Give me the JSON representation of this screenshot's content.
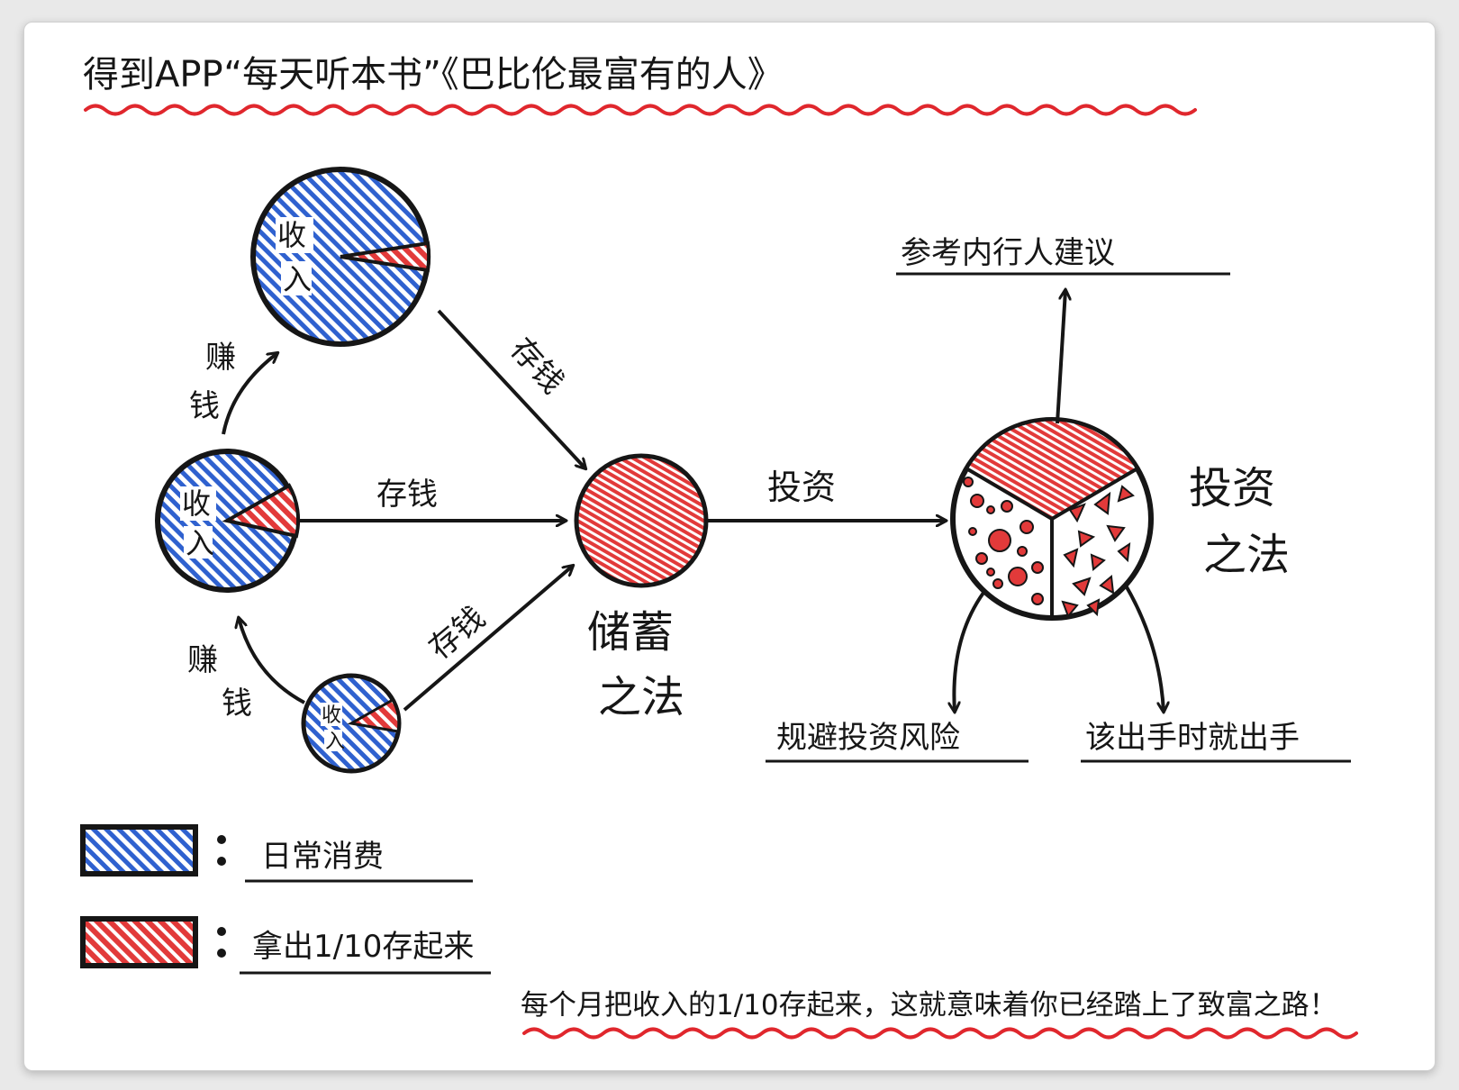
{
  "title": "得到APP“每天听本书”《巴比伦最富有的人》",
  "pies": [
    {
      "label_top": "收",
      "label_bottom": "入"
    },
    {
      "label_top": "收",
      "label_bottom": "入"
    },
    {
      "label_top": "收",
      "label_bottom": "入"
    }
  ],
  "arrows": {
    "earn_upper": [
      "赚",
      "钱"
    ],
    "earn_lower": [
      "赚",
      "钱"
    ],
    "save_top": "存钱",
    "save_mid": "存钱",
    "save_bottom": "存钱",
    "invest": "投资"
  },
  "savings": {
    "line1": "储蓄",
    "line2": "之法"
  },
  "investing": {
    "line1": "投资",
    "line2": "之法",
    "advice": "参考内行人建议",
    "avoid_risk": "规避投资风险",
    "act_when_needed": "该出手时就出手"
  },
  "legend": [
    {
      "text": "日常消费"
    },
    {
      "text": "拿出1/10存起来"
    }
  ],
  "footer": "每个月把收入的1/10存起来，这就意味着你已经踏上了致富之路！",
  "colors": {
    "blue": "#2f61cf",
    "red": "#e23a3a",
    "wave": "#e0272d",
    "ink": "#161616"
  }
}
